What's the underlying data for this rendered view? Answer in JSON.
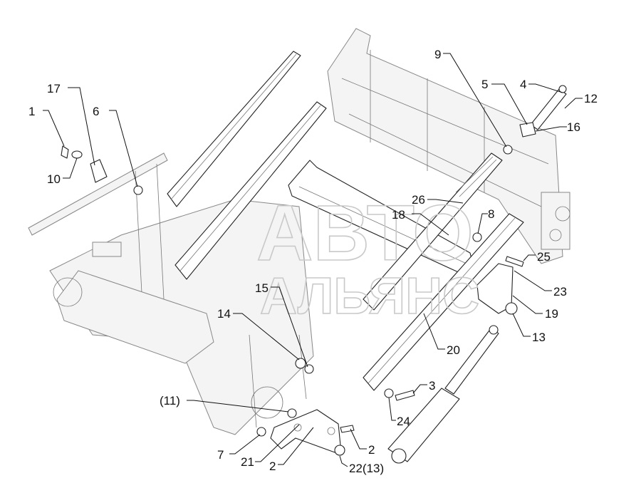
{
  "watermark": {
    "line1": "АВТО",
    "line2": "АЛЬЯНС"
  },
  "callouts": {
    "c1": "1",
    "c17": "17",
    "c6": "6",
    "c10": "10",
    "c9": "9",
    "c5": "5",
    "c4": "4",
    "c12": "12",
    "c16": "16",
    "c26": "26",
    "c18": "18",
    "c8": "8",
    "c25": "25",
    "c23": "23",
    "c19": "19",
    "c13": "13",
    "c20": "20",
    "c15": "15",
    "c14": "14",
    "c3": "3",
    "c24": "24",
    "c11": "(11)",
    "c7": "7",
    "c21": "21",
    "c2a": "2",
    "c2b": "2",
    "c22": "22(13)"
  }
}
